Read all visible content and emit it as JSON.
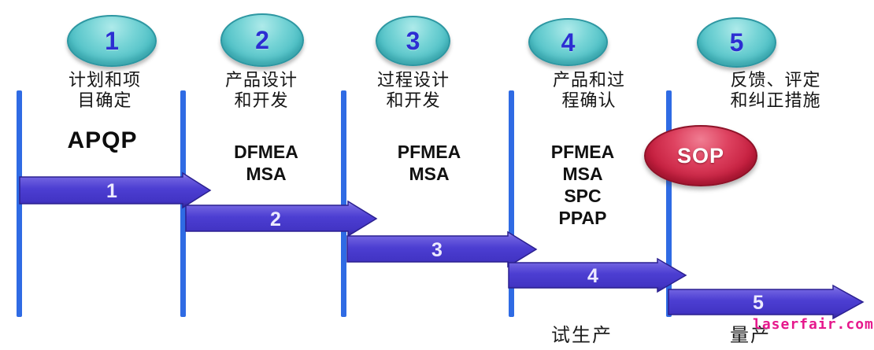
{
  "diagram": {
    "title_semantic": "APQP five-phase process timeline",
    "phases": [
      {
        "badge": "1",
        "title_line1": "计划和项",
        "title_line2": "目确定",
        "item1": "APQP"
      },
      {
        "badge": "2",
        "title_line1": "产品设计",
        "title_line2": "和开发",
        "item1": "DFMEA",
        "item2": "MSA"
      },
      {
        "badge": "3",
        "title_line1": "过程设计",
        "title_line2": "和开发",
        "item1": "PFMEA",
        "item2": "MSA"
      },
      {
        "badge": "4",
        "title_line1": "产品和过",
        "title_line2": "程确认",
        "item1": "PFMEA",
        "item2": "MSA",
        "item3": "SPC",
        "item4": "PPAP"
      },
      {
        "badge": "5",
        "title_line1": "反馈、评定",
        "title_line2": "和纠正措施"
      }
    ],
    "arrows": [
      {
        "label": "1"
      },
      {
        "label": "2"
      },
      {
        "label": "3"
      },
      {
        "label": "4"
      },
      {
        "label": "5"
      }
    ],
    "sop_label": "SOP",
    "milestones": {
      "trial_production": "试生产",
      "mass_production": "量产"
    },
    "watermark": "laserfair.com",
    "colors": {
      "badge_teal": "#4dbfc5",
      "badge_number_blue": "#2c2ed2",
      "divider_blue": "#2f6be4",
      "arrow_purple": "#4c3ed2",
      "sop_red": "#c51f3f",
      "watermark_magenta": "#e6188c",
      "text_black": "#111111"
    }
  }
}
